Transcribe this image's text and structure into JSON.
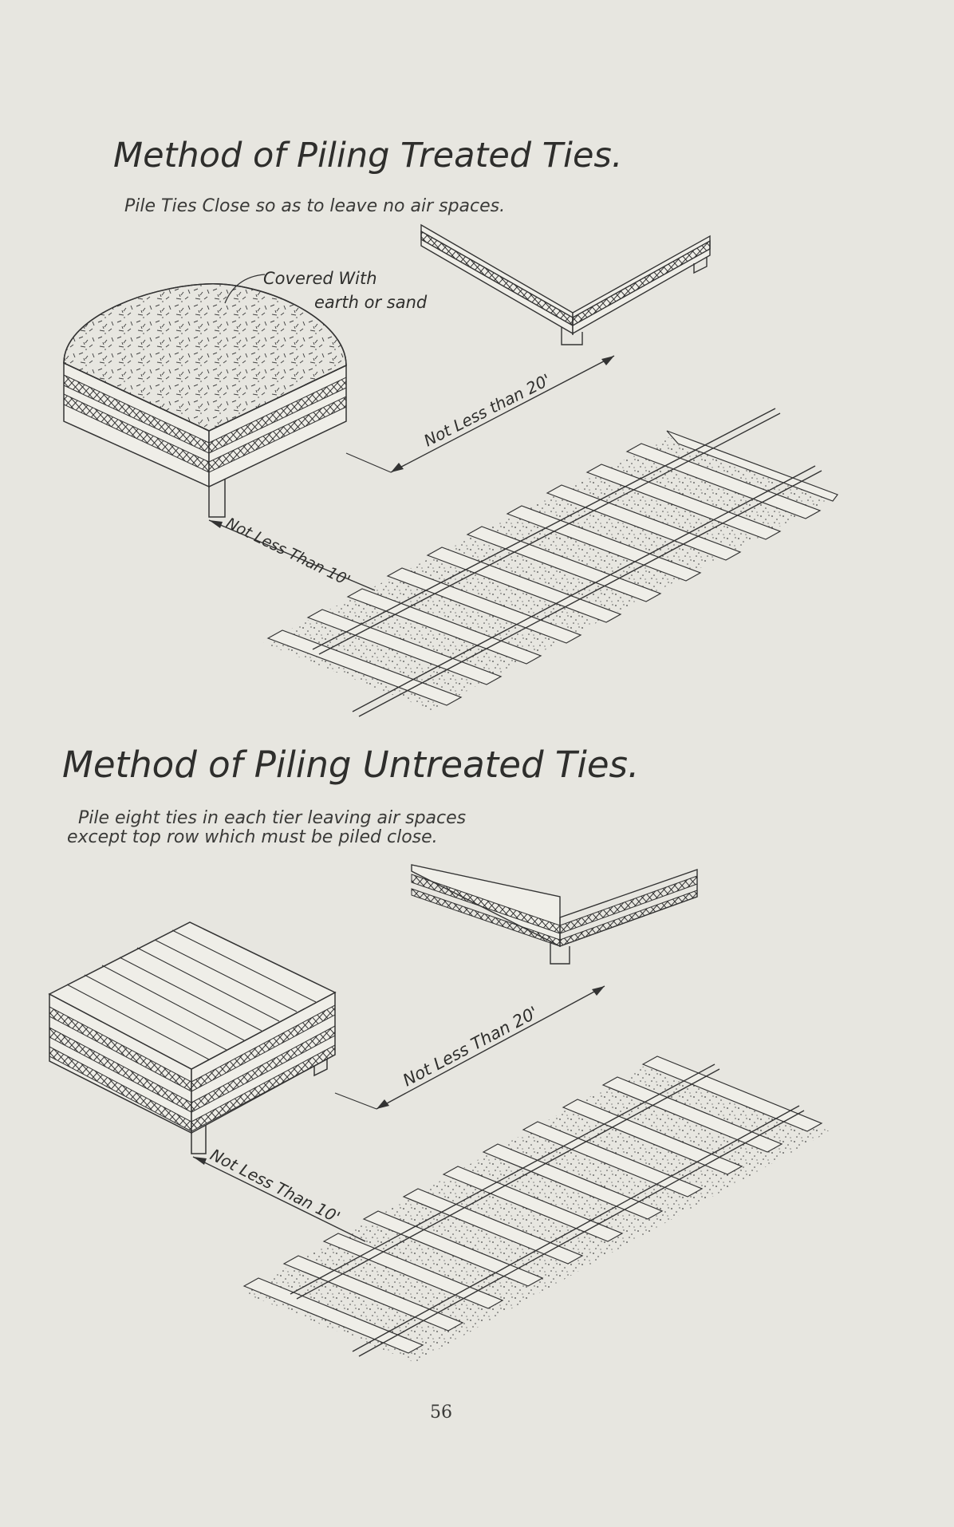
{
  "treated": {
    "title": "Method of Piling Treated Ties.",
    "note": "Pile Ties Close so as to leave no air spaces.",
    "cover_label_1": "Covered With",
    "cover_label_2": "earth or sand",
    "dist_far": "Not Less than 20'",
    "dist_near": "Not Less Than 10'"
  },
  "untreated": {
    "title": "Method of Piling Untreated Ties.",
    "note_line_1": "Pile eight ties in each tier leaving air spaces",
    "note_line_2": "except top row which must be piled close.",
    "dist_far": "Not Less Than 20'",
    "dist_near": "Not Less Than 10'"
  },
  "page_number": "56"
}
